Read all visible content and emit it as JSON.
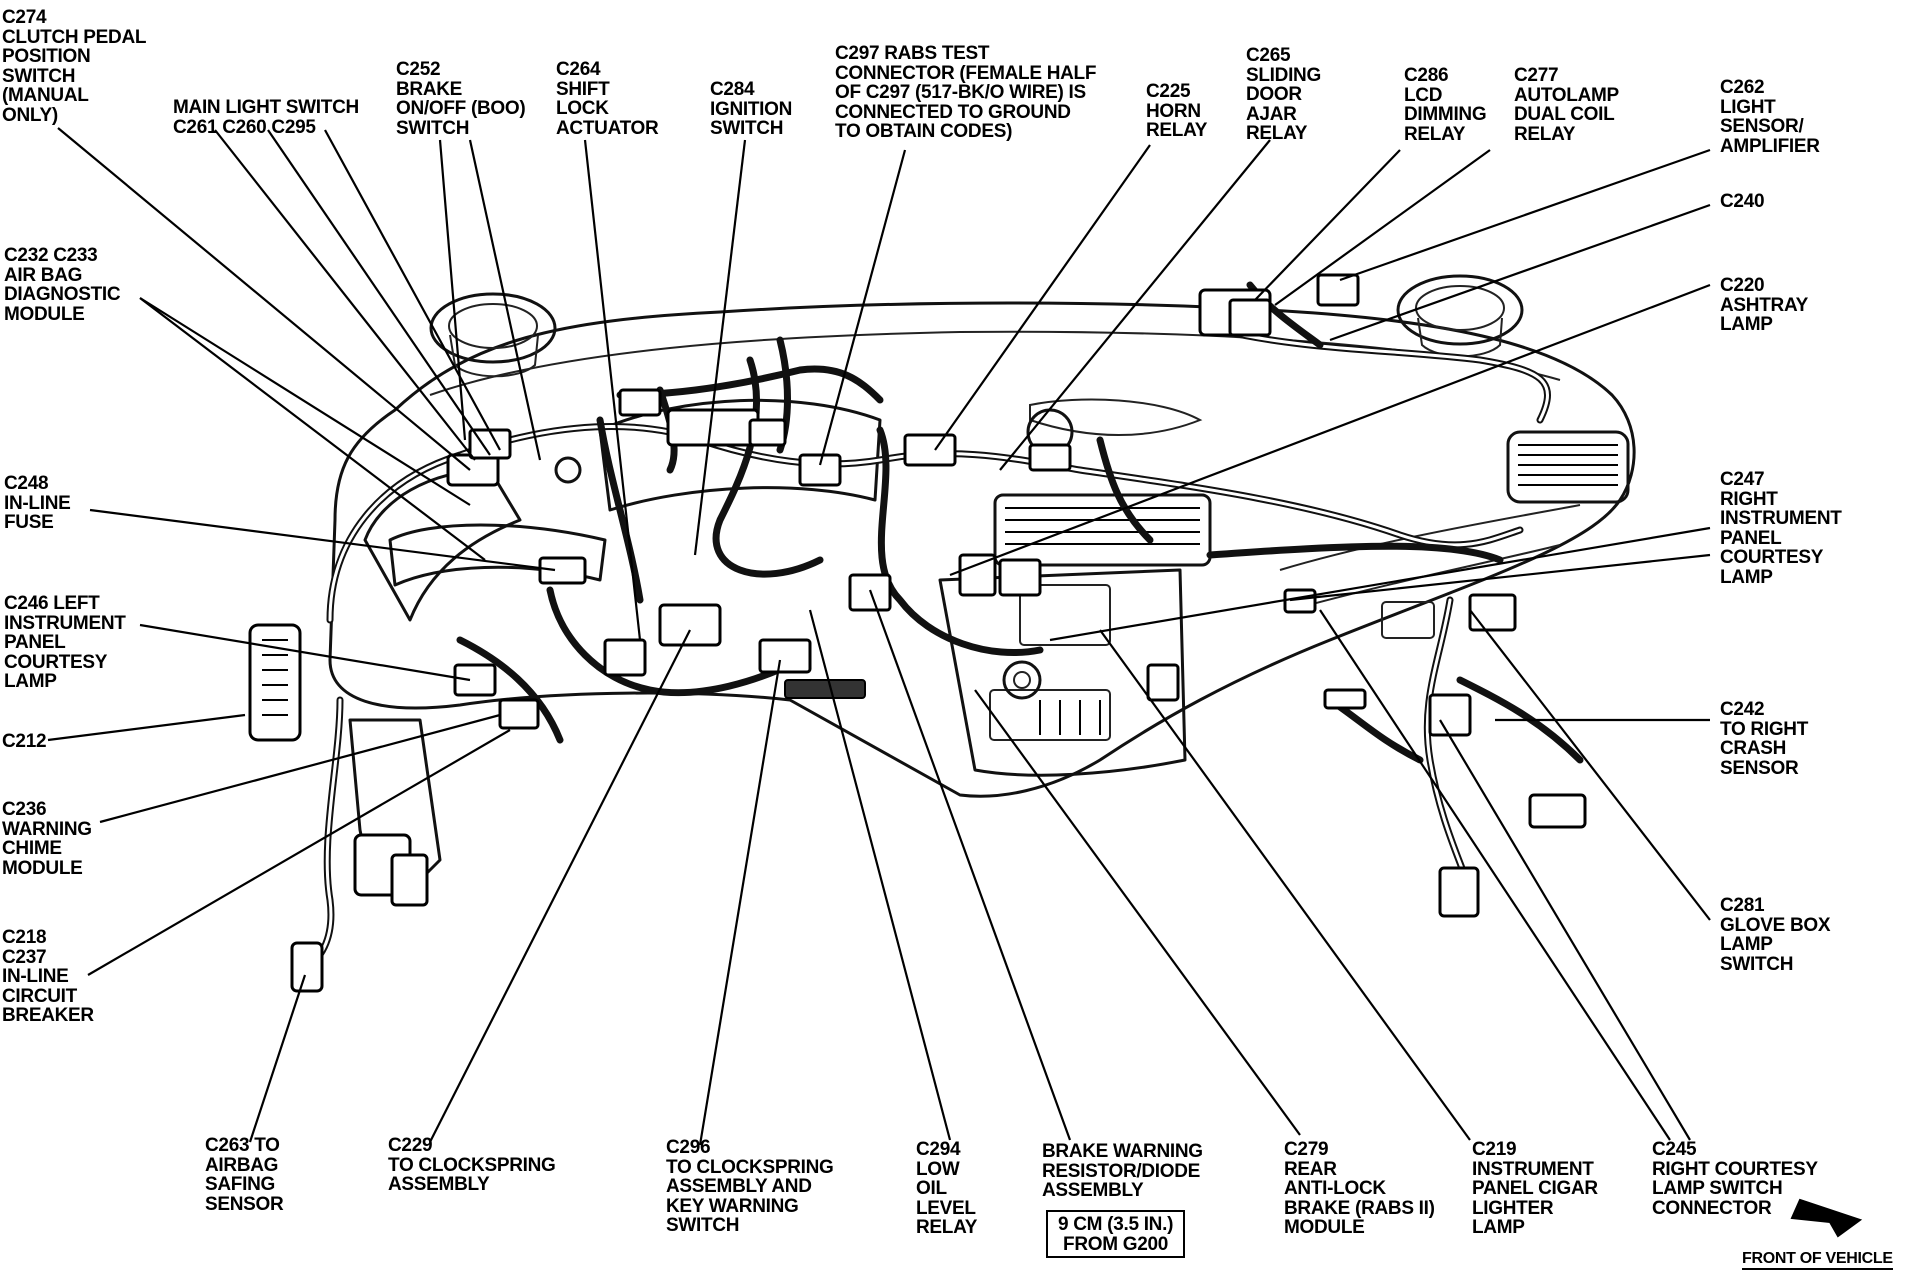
{
  "labels": {
    "c274": "C274\nCLUTCH PEDAL\nPOSITION\nSWITCH\n(MANUAL\nONLY)",
    "main_light_switch": "MAIN LIGHT SWITCH\nC261 C260 C295",
    "c252": "C252\nBRAKE\nON/OFF (BOO)\nSWITCH",
    "c264": "C264\nSHIFT\nLOCK\nACTUATOR",
    "c284": "C284\nIGNITION\nSWITCH",
    "c297": "C297 RABS TEST\nCONNECTOR (FEMALE HALF\nOF C297 (517-BK/O WIRE) IS\nCONNECTED TO GROUND\nTO OBTAIN CODES)",
    "c225": "C225\nHORN\nRELAY",
    "c265": "C265\nSLIDING\nDOOR\nAJAR\nRELAY",
    "c286": "C286\nLCD\nDIMMING\nRELAY",
    "c277": "C277\nAUTOLAMP\nDUAL COIL\nRELAY",
    "c262": "C262\nLIGHT\nSENSOR/\nAMPLIFIER",
    "c240": "C240",
    "c232_c233": "C232 C233\nAIR BAG\nDIAGNOSTIC\nMODULE",
    "c220": "C220\nASHTRAY\nLAMP",
    "c248": "C248\nIN-LINE\nFUSE",
    "c247": "C247\nRIGHT\nINSTRUMENT\nPANEL\nCOURTESY\nLAMP",
    "c246": "C246 LEFT\nINSTRUMENT\nPANEL\nCOURTESY\nLAMP",
    "c212": "C212",
    "c242": "C242\nTO RIGHT\nCRASH\nSENSOR",
    "c236": "C236\nWARNING\nCHIME\nMODULE",
    "c281": "C281\nGLOVE BOX\nLAMP\nSWITCH",
    "c218_c237": "C218\nC237\nIN-LINE\nCIRCUIT\nBREAKER",
    "c263": "C263 TO\nAIRBAG\nSAFING\nSENSOR",
    "c229": "C229\nTO CLOCKSPRING\nASSEMBLY",
    "c296": "C296\nTO CLOCKSPRING\nASSEMBLY AND\nKEY WARNING\nSWITCH",
    "c294": "C294\nLOW\nOIL\nLEVEL\nRELAY",
    "brake_warning": "BRAKE WARNING\nRESISTOR/DIODE\nASSEMBLY",
    "brake_warning_box": "9 CM (3.5 IN.)\nFROM G200",
    "c279": "C279\nREAR\nANTI-LOCK\nBRAKE (RABS II)\nMODULE",
    "c219": "C219\nINSTRUMENT\nPANEL CIGAR\nLIGHTER\nLAMP",
    "c245": "C245\nRIGHT COURTESY\nLAMP SWITCH\nCONNECTOR",
    "front_of_vehicle": "FRONT OF VEHICLE"
  },
  "icons": {
    "front_arrow": "arrow-down-right-icon"
  }
}
